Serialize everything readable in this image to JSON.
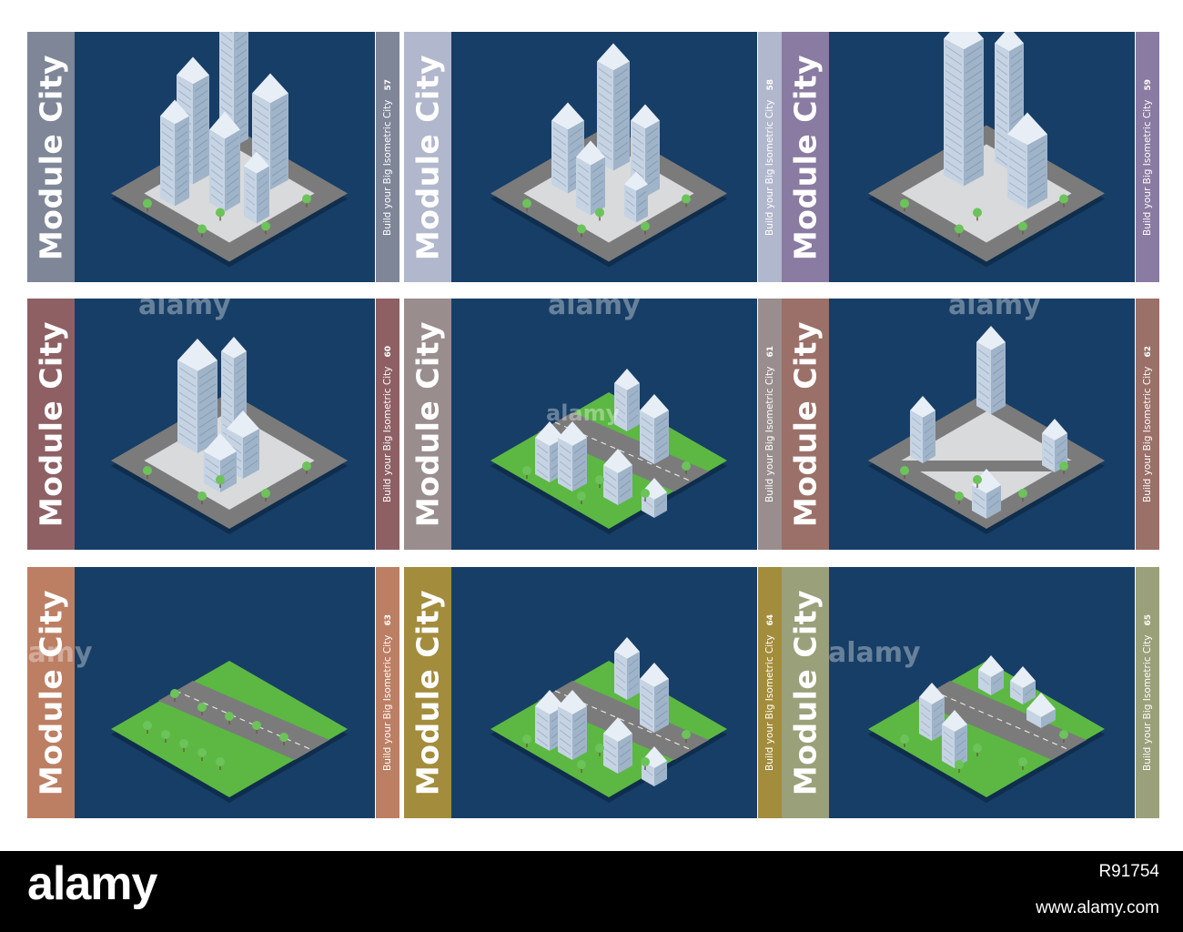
{
  "colors": {
    "panel": "#173e66",
    "road": "#7b7b7b",
    "sidewalk": "#d9dadb",
    "grass": "#5cb843",
    "tree": "#6bc35a",
    "building_top": "#e7eef6",
    "building_left": "#c5d3e3",
    "building_right": "#9fb3c9"
  },
  "cards": [
    {
      "title": "Module City",
      "subtitle": "Build your Big Isometric City",
      "number": "57",
      "spine_color": "#7f8698",
      "side_color": "#7f8698",
      "scene": "towers-large"
    },
    {
      "title": "Module City",
      "subtitle": "Build your Big Isometric City",
      "number": "58",
      "spine_color": "#b1b7cc",
      "side_color": "#b1b7cc",
      "scene": "block-park"
    },
    {
      "title": "Module City",
      "subtitle": "Build your Big Isometric City",
      "number": "59",
      "spine_color": "#8a7ba2",
      "side_color": "#8a7ba2",
      "scene": "tower-fountain"
    },
    {
      "title": "Module City",
      "subtitle": "Build your Big Isometric City",
      "number": "60",
      "spine_color": "#8e6064",
      "side_color": "#8e6064",
      "scene": "block-corner"
    },
    {
      "title": "Module City",
      "subtitle": "Build your Big Isometric City",
      "number": "61",
      "spine_color": "#9a8d8e",
      "side_color": "#9a8d8e",
      "scene": "road-split"
    },
    {
      "title": "Module City",
      "subtitle": "Build your Big Isometric City",
      "number": "62",
      "spine_color": "#9b7068",
      "side_color": "#9b7068",
      "scene": "crossroad"
    },
    {
      "title": "Module City",
      "subtitle": "Build your Big Isometric City",
      "number": "63",
      "spine_color": "#bc7f64",
      "side_color": "#bc7f64",
      "scene": "green-road"
    },
    {
      "title": "Module City",
      "subtitle": "Build your Big Isometric City",
      "number": "64",
      "spine_color": "#a38c3c",
      "side_color": "#a38c3c",
      "scene": "road-split"
    },
    {
      "title": "Module City",
      "subtitle": "Build your Big Isometric City",
      "number": "65",
      "spine_color": "#9aa079",
      "side_color": "#9aa079",
      "scene": "mixed-quarter"
    }
  ],
  "watermarks": [
    "alamy",
    "alamy",
    "alamy",
    "alamy",
    "alamy",
    "alamy"
  ],
  "footer": {
    "logo": "alamy",
    "image_id": "R91754",
    "site": "www.alamy.com"
  }
}
